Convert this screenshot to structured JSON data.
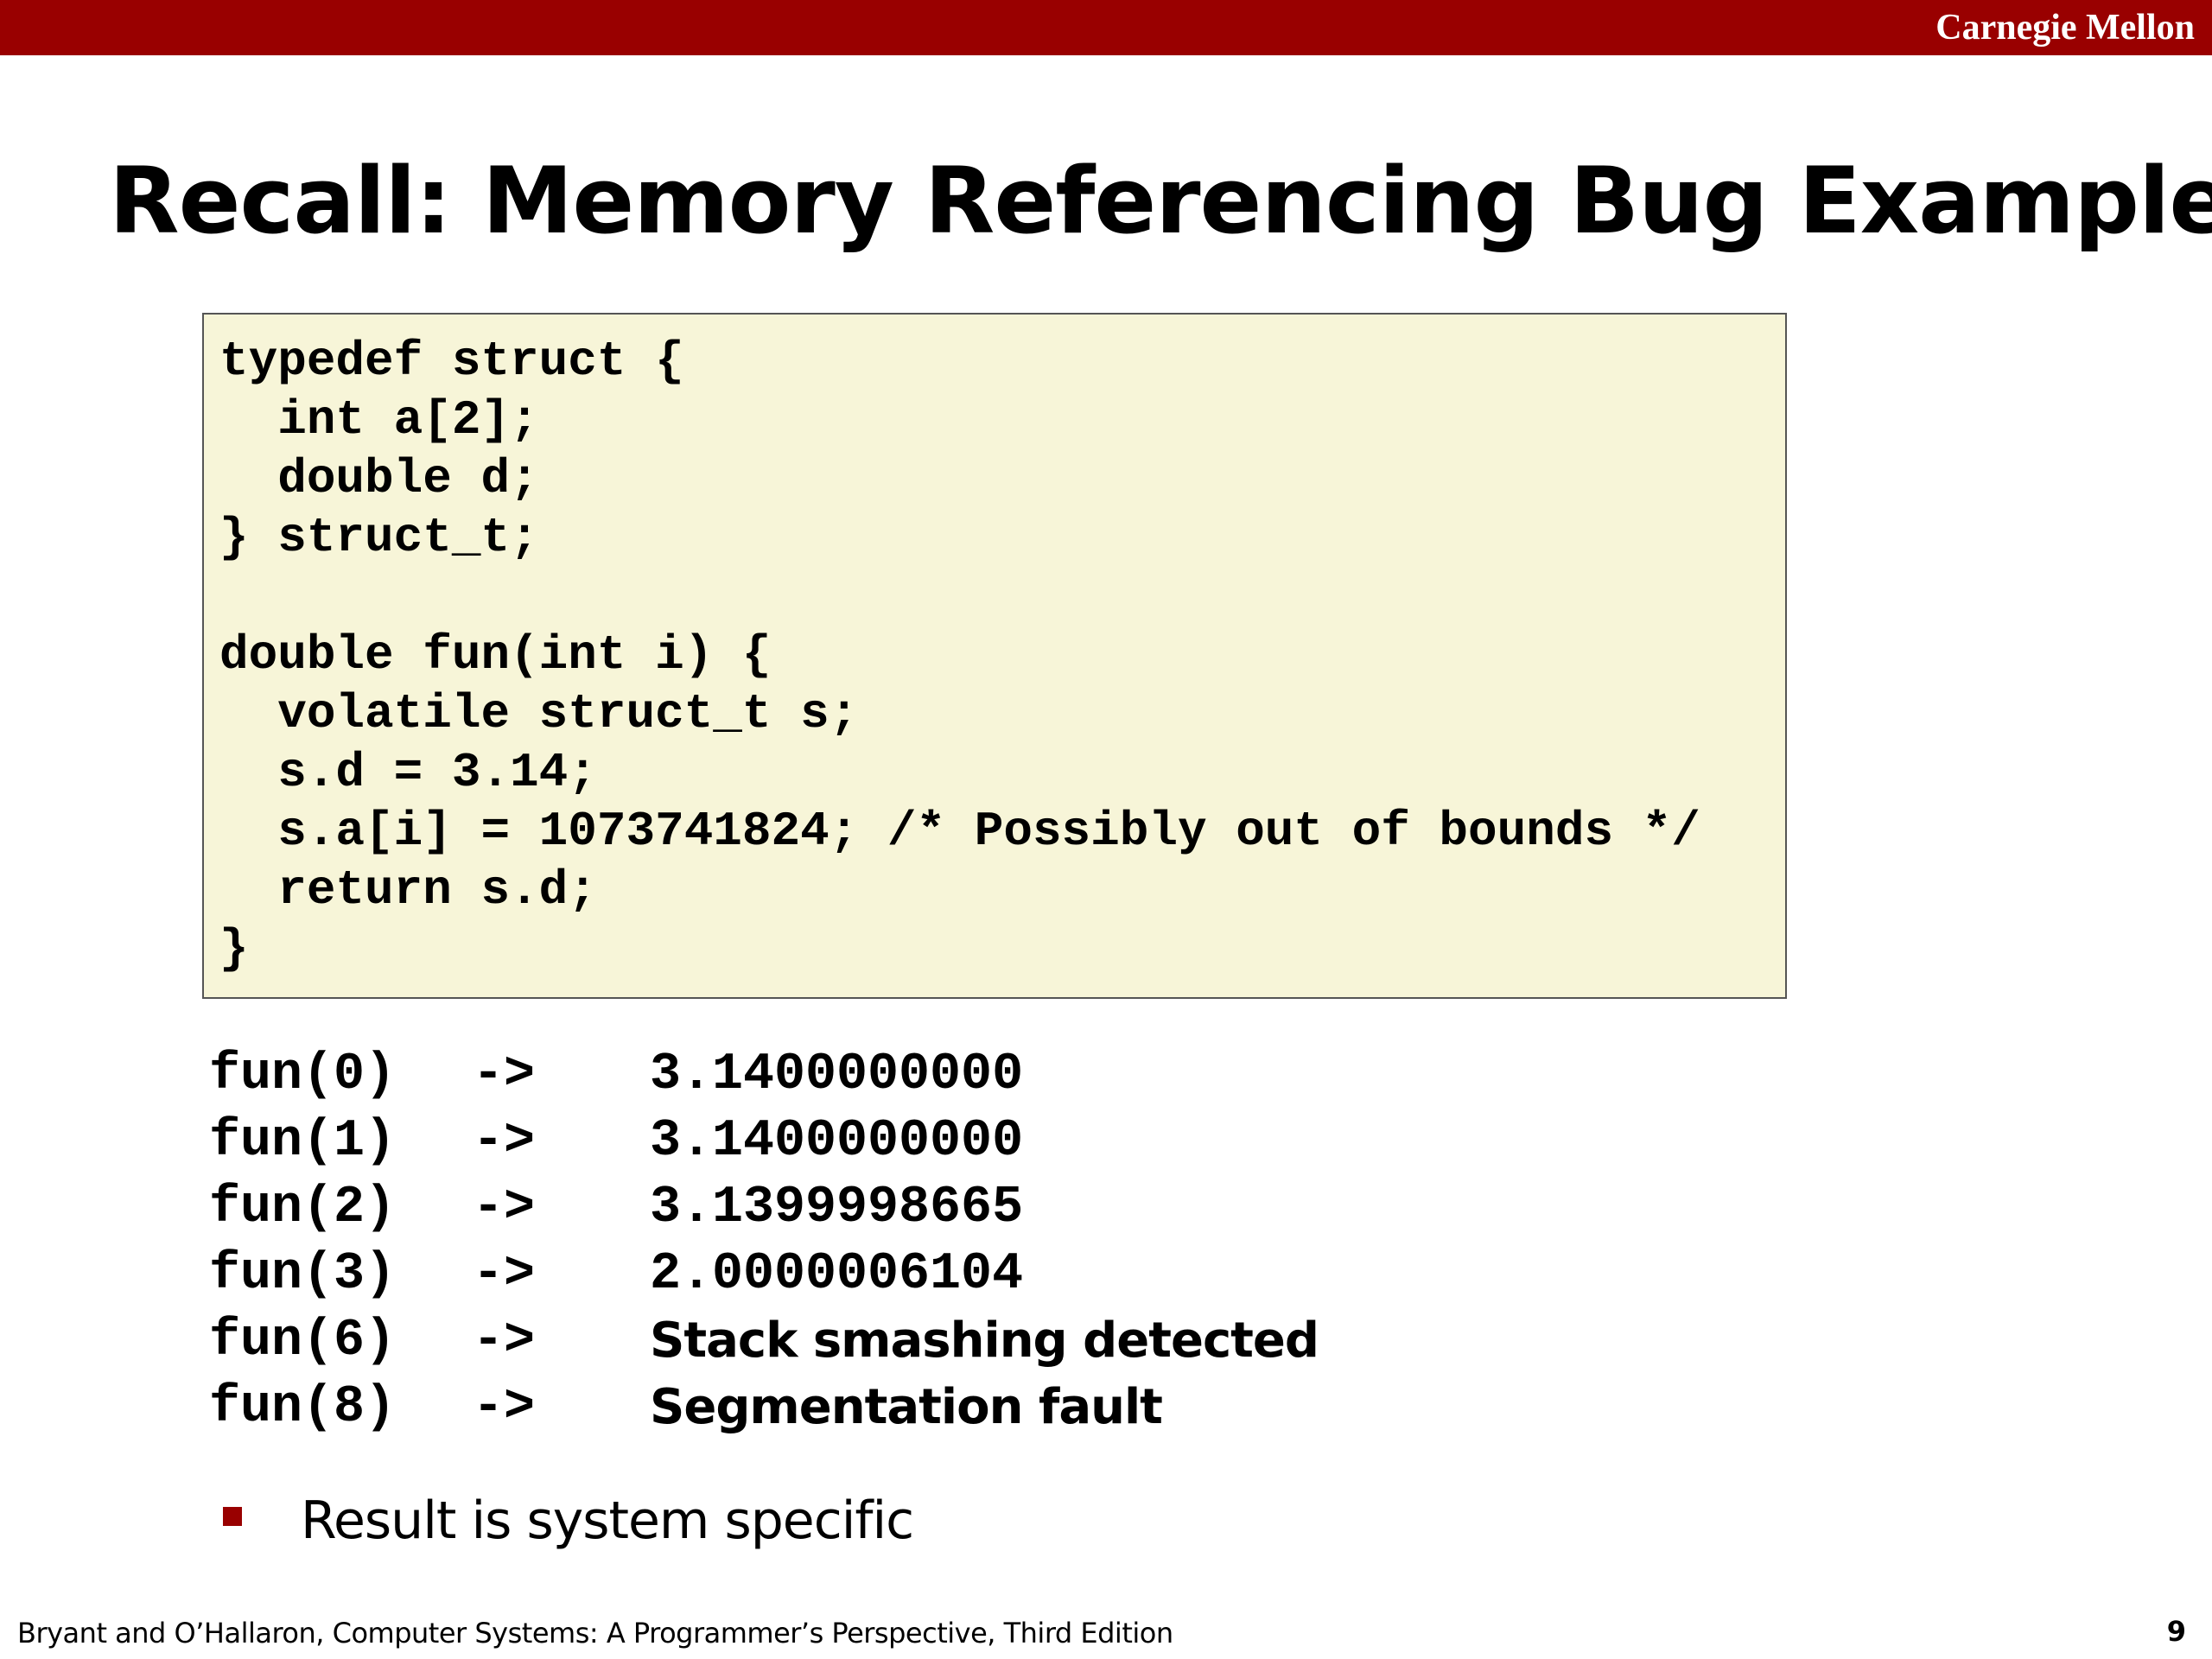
{
  "header": {
    "brand": "Carnegie Mellon"
  },
  "slide": {
    "title": "Recall: Memory Referencing Bug Example",
    "code_lines": [
      "typedef struct {",
      "  int a[2];",
      "  double d;",
      "} struct_t;",
      "",
      "double fun(int i) {",
      "  volatile struct_t s;",
      "  s.d = 3.14;",
      "  s.a[i] = 1073741824; /* Possibly out of bounds */",
      "  return s.d;",
      "}"
    ],
    "results": [
      {
        "call": "fun(0)",
        "arrow": "->",
        "value": "3.1400000000"
      },
      {
        "call": "fun(1)",
        "arrow": "->",
        "value": "3.1400000000"
      },
      {
        "call": "fun(2)",
        "arrow": "->",
        "value": "3.1399998665"
      },
      {
        "call": "fun(3)",
        "arrow": "->",
        "value": "2.0000006104"
      },
      {
        "call": "fun(6)",
        "arrow": "->",
        "value": "Stack smashing detected"
      },
      {
        "call": "fun(8)",
        "arrow": "->",
        "value": "Segmentation fault"
      }
    ],
    "bullet": "Result is system specific"
  },
  "footer": {
    "citation": "Bryant and O’Hallaron, Computer Systems: A Programmer’s Perspective, Third Edition",
    "page_number": "9"
  },
  "colors": {
    "accent": "#990000",
    "code_background": "#f7f5d8"
  }
}
